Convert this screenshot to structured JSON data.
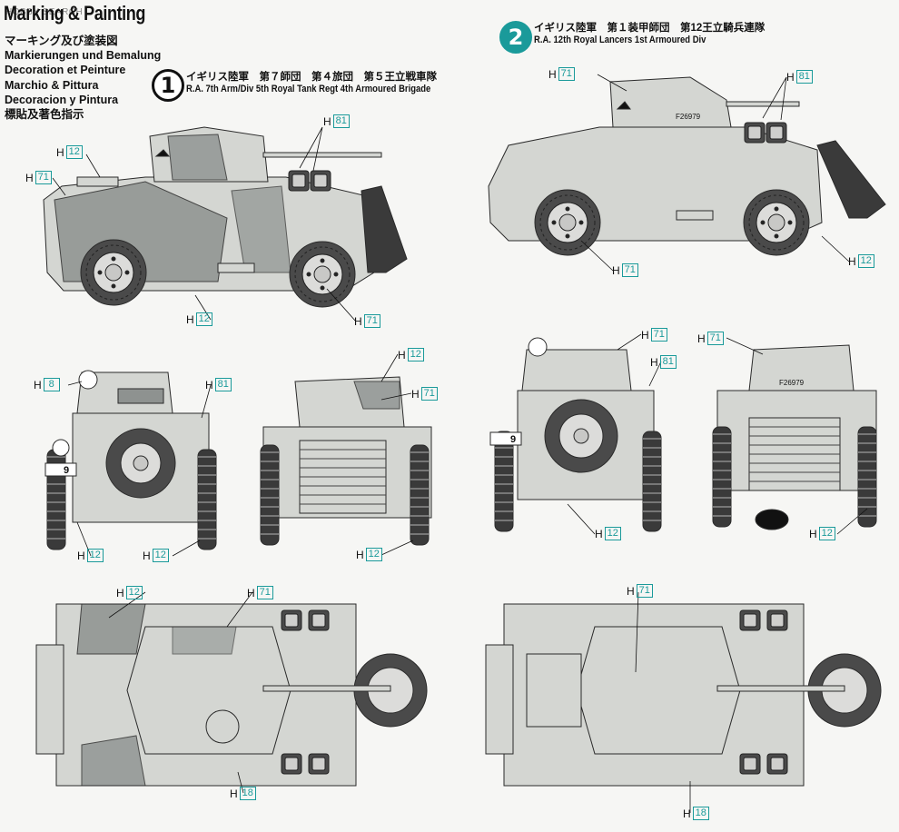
{
  "header": {
    "watermark": "HOBBY SEARCH",
    "title": "Marking & Painting",
    "languages": [
      "マーキング及び塗装図",
      "Markierungen und Bemalung",
      "Decoration et Peinture",
      "Marchio & Pittura",
      "Decoracion y Pintura",
      "標貼及著色指示"
    ]
  },
  "schemes": [
    {
      "number": "1",
      "jp": "イギリス陸軍　第７師団　第４旅団　第５王立戦車隊",
      "en": "R.A. 7th Arm/Div 5th   Royal Tank Regt 4th Armoured Brigade"
    },
    {
      "number": "2",
      "jp": "イギリス陸軍　第１装甲師団　第12王立騎兵連隊",
      "en": "R.A. 12th Royal Lancers 1st Armoured Div"
    }
  ],
  "vehicle_markings": {
    "serial": "F26979",
    "plate_digit": "9"
  },
  "color_prefix": "H",
  "colors": {
    "accent": "#1a9a9a",
    "body": "#d4d6d2",
    "camo": "#8e9290",
    "line": "#2a2a2a"
  },
  "callouts": {
    "s1_side_h81": "81",
    "s1_side_h12_top": "12",
    "s1_side_h71_left": "71",
    "s1_side_h12_bottom": "12",
    "s1_side_h71_bottom": "71",
    "s1_front_h8": "8",
    "s1_front_h81": "81",
    "s1_front_h12_a": "12",
    "s1_front_h12_b": "12",
    "s1_rear_h12_top": "12",
    "s1_rear_h71": "71",
    "s1_rear_h12_bottom": "12",
    "s1_top_h12": "12",
    "s1_top_h71": "71",
    "s1_top_h18": "18",
    "s2_side_h71": "71",
    "s2_side_h81": "81",
    "s2_side_h71_bottom": "71",
    "s2_side_h12": "12",
    "s2_front_h71": "71",
    "s2_front_h81": "81",
    "s2_front_h12": "12",
    "s2_rear_h71": "71",
    "s2_rear_h12": "12",
    "s2_top_h71": "71",
    "s2_top_h18": "18"
  }
}
